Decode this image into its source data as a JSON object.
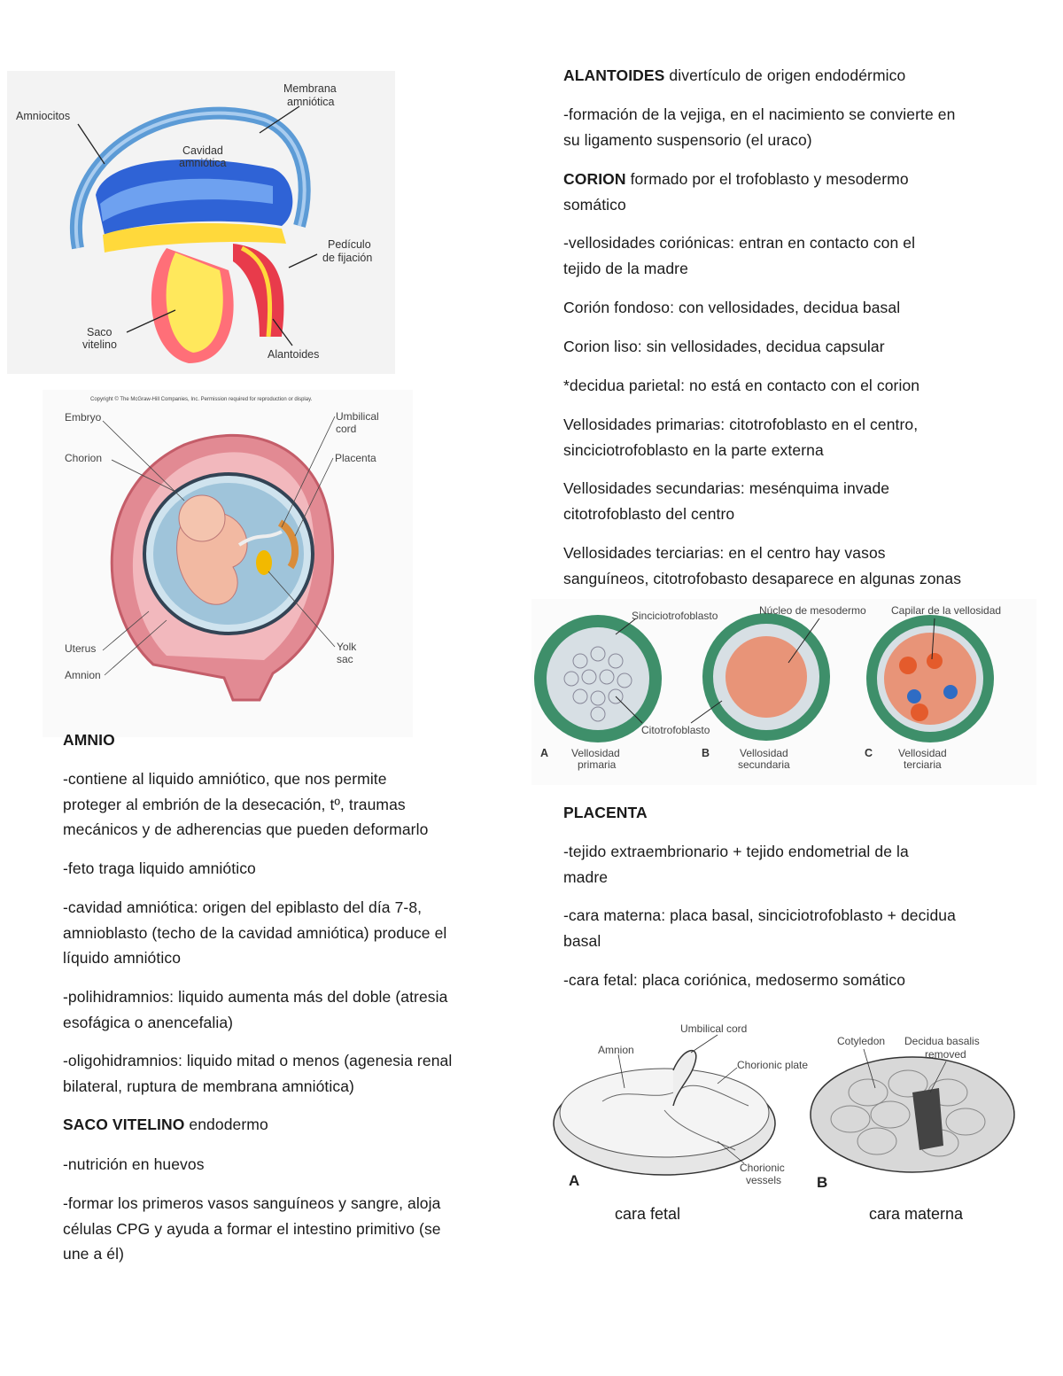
{
  "left": {
    "title": "ANEXOS EMBRIONARIOS",
    "fig1": {
      "labels": {
        "membrana": [
          "Membrana",
          "amniótica"
        ],
        "amniocitos": "Amniocitos",
        "cavidad": [
          "Cavidad",
          "amniótica"
        ],
        "pediculo": [
          "Pedículo",
          "de fijación"
        ],
        "saco": [
          "Saco",
          "vitelino"
        ],
        "alantoides": "Alantoides"
      }
    },
    "fig2": {
      "copyright": "Copyright © The McGraw-Hill Companies, Inc. Permission required for reproduction or display.",
      "labels": {
        "embryo": "Embryo",
        "umbilical": [
          "Umbilical",
          "cord"
        ],
        "chorion": "Chorion",
        "placenta": "Placenta",
        "uterus": "Uterus",
        "yolk": [
          "Yolk",
          "sac"
        ],
        "amnion": "Amnion"
      }
    },
    "amnio": {
      "heading": "AMNIO",
      "p1": [
        "-contiene al liquido amniótico, que nos permite",
        "proteger al embrión de la desecación, tº, traumas",
        "mecánicos y de adherencias que pueden deformarlo"
      ],
      "p2": "-feto traga liquido amniótico",
      "p3": [
        "-cavidad amniótica: origen del epiblasto del día 7-8,",
        "amnioblasto (techo de la cavidad amniótica) produce el",
        "líquido amniótico"
      ],
      "p4": [
        "-polihidramnios: liquido aumenta más del doble (atresia",
        "esofágica o anencefalia)"
      ],
      "p5": [
        "-oligohidramnios: liquido mitad o menos (agenesia renal",
        "bilateral, ruptura de membrana amniótica)"
      ]
    },
    "saco": {
      "heading": "SACO VITELINO",
      "heading_rest": " endodermo",
      "p1": "-nutrición en huevos",
      "p2": [
        "-formar los primeros vasos sanguíneos y sangre, aloja",
        "células CPG y ayuda a formar el intestino primitivo (se",
        "une a él)"
      ]
    }
  },
  "right": {
    "alantoides": {
      "heading": "ALANTOIDES",
      "heading_rest": " divertículo de origen endodérmico",
      "p1": [
        "-formación de la vejiga, en el nacimiento se convierte en",
        "su ligamento suspensorio (el uraco)"
      ]
    },
    "corion": {
      "heading": "CORION",
      "heading_rest": " formado por el trofoblasto y mesodermo",
      "heading_line2": "somático",
      "p1": [
        "-vellosidades coriónicas: entran en contacto con el",
        "tejido de la madre"
      ],
      "p2": "Corión fondoso: con vellosidades, decidua basal",
      "p3": "Corion liso: sin vellosidades, decidua capsular",
      "p4": "*decidua parietal: no está en contacto con el corion",
      "p5": [
        "Vellosidades primarias: citotrofoblasto en el centro,",
        "sinciciotrofoblasto en la parte externa"
      ],
      "p6": [
        "Vellosidades secundarias: mesénquima invade",
        "citotrofoblasto del centro"
      ],
      "p7": [
        "Vellosidades terciarias: en el centro hay vasos",
        "sanguíneos, citotrofobasto desaparece en algunas zonas"
      ]
    },
    "fig3": {
      "labels": {
        "sincicio": "Sinciciotrofoblasto",
        "nucleo": "Núcleo de mesodermo",
        "capilar": "Capilar de la vellosidad",
        "cito": "Citotrofoblasto",
        "a": "A",
        "a_txt": [
          "Vellosidad",
          "primaria"
        ],
        "b": "B",
        "b_txt": [
          "Vellosidad",
          "secundaria"
        ],
        "c": "C",
        "c_txt": [
          "Vellosidad",
          "terciaria"
        ]
      }
    },
    "placenta": {
      "heading": "PLACENTA",
      "p1": [
        "-tejido extraembrionario + tejido endometrial de la",
        "madre"
      ],
      "p2": [
        "-cara materna: placa basal, sinciciotrofoblasto + decidua",
        "basal"
      ],
      "p3": "-cara fetal: placa coriónica, medosermo somático"
    },
    "fig4": {
      "labels": {
        "umbilical": "Umbilical cord",
        "amnion": "Amnion",
        "chorionic_plate": "Chorionic plate",
        "chorionic_vessels": [
          "Chorionic",
          "vessels"
        ],
        "a": "A",
        "cotyledon": "Cotyledon",
        "decidua": [
          "Decidua basalis",
          "removed"
        ],
        "b": "B"
      },
      "cap_fetal": "cara fetal",
      "cap_materna": "cara materna"
    }
  }
}
